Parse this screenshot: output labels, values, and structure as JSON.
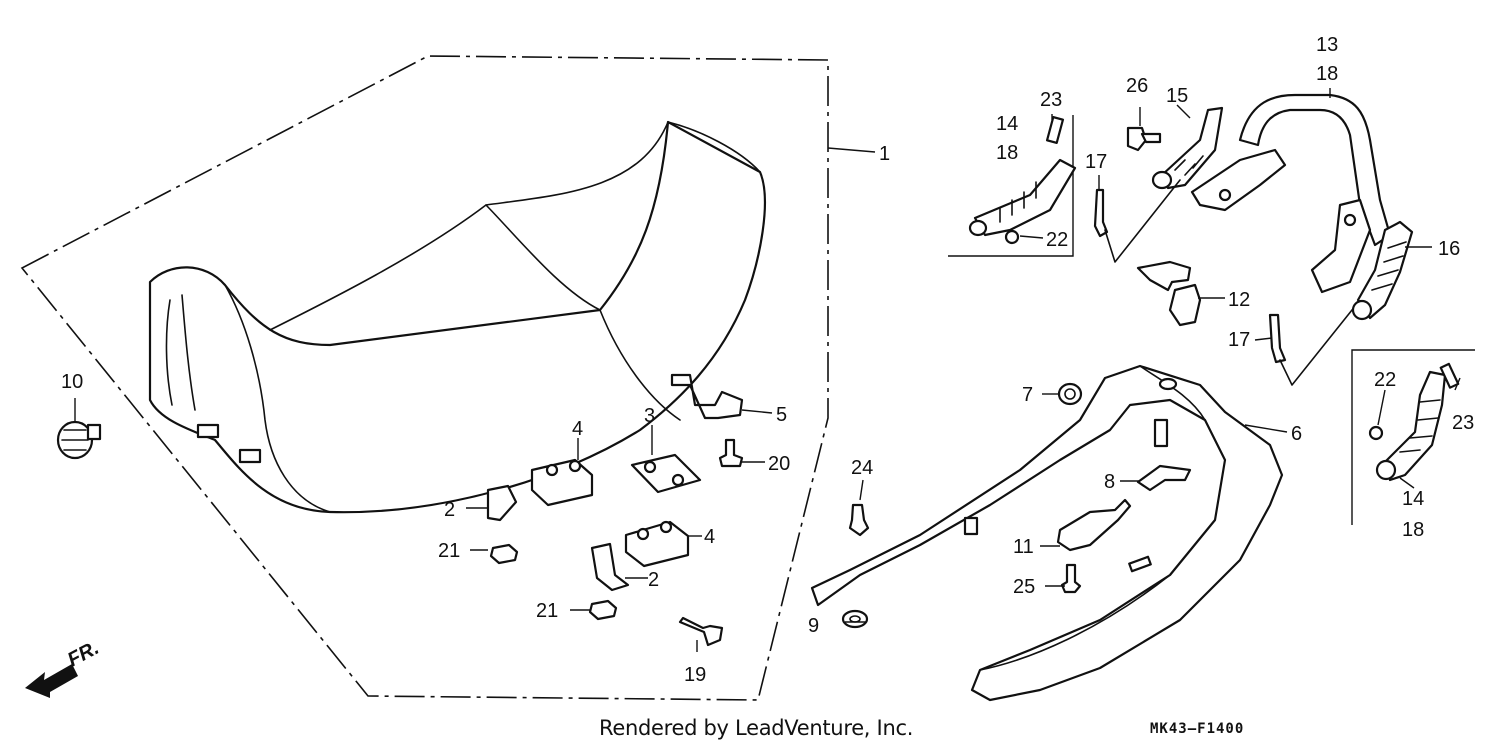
{
  "callouts": {
    "c1": "1",
    "c2a": "2",
    "c2b": "2",
    "c3": "3",
    "c4a": "4",
    "c4b": "4",
    "c5": "5",
    "c6": "6",
    "c7": "7",
    "c8": "8",
    "c9": "9",
    "c10": "10",
    "c11": "11",
    "c12": "12",
    "c13": "13",
    "c18a": "18",
    "c14a": "14",
    "c18b": "18",
    "c14b": "14",
    "c18c": "18",
    "c15": "15",
    "c16": "16",
    "c17a": "17",
    "c17b": "17",
    "c19": "19",
    "c20": "20",
    "c21a": "21",
    "c21b": "21",
    "c22a": "22",
    "c22b": "22",
    "c23a": "23",
    "c23b": "23",
    "c24": "24",
    "c25": "25",
    "c26": "26"
  },
  "direction_label": "FR.",
  "credit": "Rendered by LeadVenture, Inc.",
  "diagram_code": "MK43—F1400",
  "colors": {
    "ink": "#111111",
    "paper": "#ffffff"
  }
}
